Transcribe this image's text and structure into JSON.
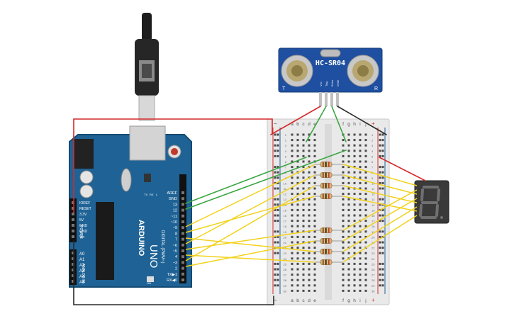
{
  "sensor": {
    "label": "HC-SR04",
    "pins": [
      "Vcc",
      "Trig",
      "Echo",
      "GND"
    ],
    "corner_left": "T",
    "corner_right": "R"
  },
  "arduino": {
    "brand": "ARDUINO",
    "model": "UNO",
    "top_header_labels": [
      "AREF",
      "GND",
      "13",
      "12",
      "~11",
      "~10",
      "~9",
      "8",
      "7",
      "~6",
      "~5",
      "4",
      "~3",
      "2",
      "TX▶1",
      "RX◀0"
    ],
    "digital_label": "DIGITAL (PWM~)",
    "power_label": "POWER",
    "analog_label": "ANALOG IN",
    "power_pins": [
      "IOREF",
      "RESET",
      "3.3V",
      "5V",
      "GND",
      "GND",
      "Vin"
    ],
    "analog_pins": [
      "A0",
      "A1",
      "A2",
      "A3",
      "A4",
      "A5"
    ],
    "led_labels": [
      "TX",
      "RX",
      "L",
      "ON"
    ]
  },
  "breadboard": {
    "cols_left": [
      "a",
      "b",
      "c",
      "d",
      "e"
    ],
    "cols_right": [
      "f",
      "g",
      "h",
      "i",
      "j"
    ],
    "row_count": 30,
    "rail_plus": "+",
    "rail_minus": "−"
  },
  "display": {
    "digit": "8"
  },
  "colors": {
    "red_wire": "#d42a2a",
    "black_wire": "#2a2a2a",
    "green_wire": "#3aa641",
    "yellow_wire": "#f2d21a",
    "arduino_blue": "#1f6396",
    "sensor_blue": "#1f4fa0"
  }
}
